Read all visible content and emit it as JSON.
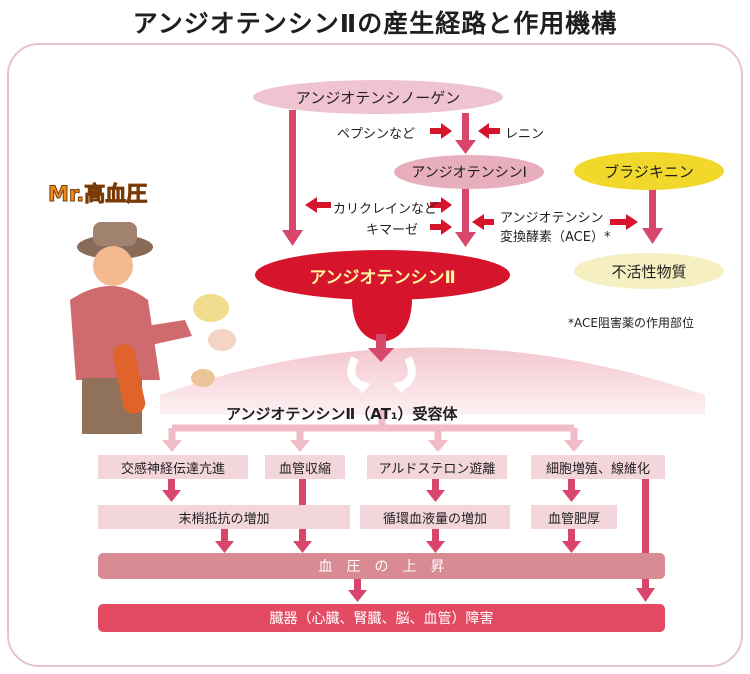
{
  "title": "アンジオテンシンⅡの産生経路と作用機構",
  "character_label": "Mr.高血圧",
  "nodes": {
    "angiotensinogen": "アンジオテンシノーゲン",
    "angiotensin1": "アンジオテンシンⅠ",
    "angiotensin2": "アンジオテンシンⅡ",
    "bradykinin": "ブラジキニン",
    "inactive": "不活性物質",
    "receptor": "アンジオテンシンⅡ（AT₁）受容体"
  },
  "enzymes": {
    "pepsin": "ペプシンなど",
    "renin": "レニン",
    "kallikrein": "カリクレインなど",
    "chymase": "キマーゼ",
    "ace_line1": "アンジオテンシン",
    "ace_line2": "変換酵素（ACE）*"
  },
  "note": "*ACE阻害薬の作用部位",
  "effects": [
    "交感神経伝達亢進",
    "血管収縮",
    "アルドステロン遊離",
    "細胞増殖、線維化"
  ],
  "results": [
    "末梢抵抗の増加",
    "循環血液量の増加",
    "血管肥厚"
  ],
  "bp_rise": "血　圧　の　上　昇",
  "organ_damage": "臓器（心臓、腎臓、脳、血管）障害",
  "colors": {
    "accent_red": "#d6142c",
    "pink_arrow": "#d9466b",
    "pale_pink": "#f3d6dc",
    "yellow": "#f2d82a"
  }
}
